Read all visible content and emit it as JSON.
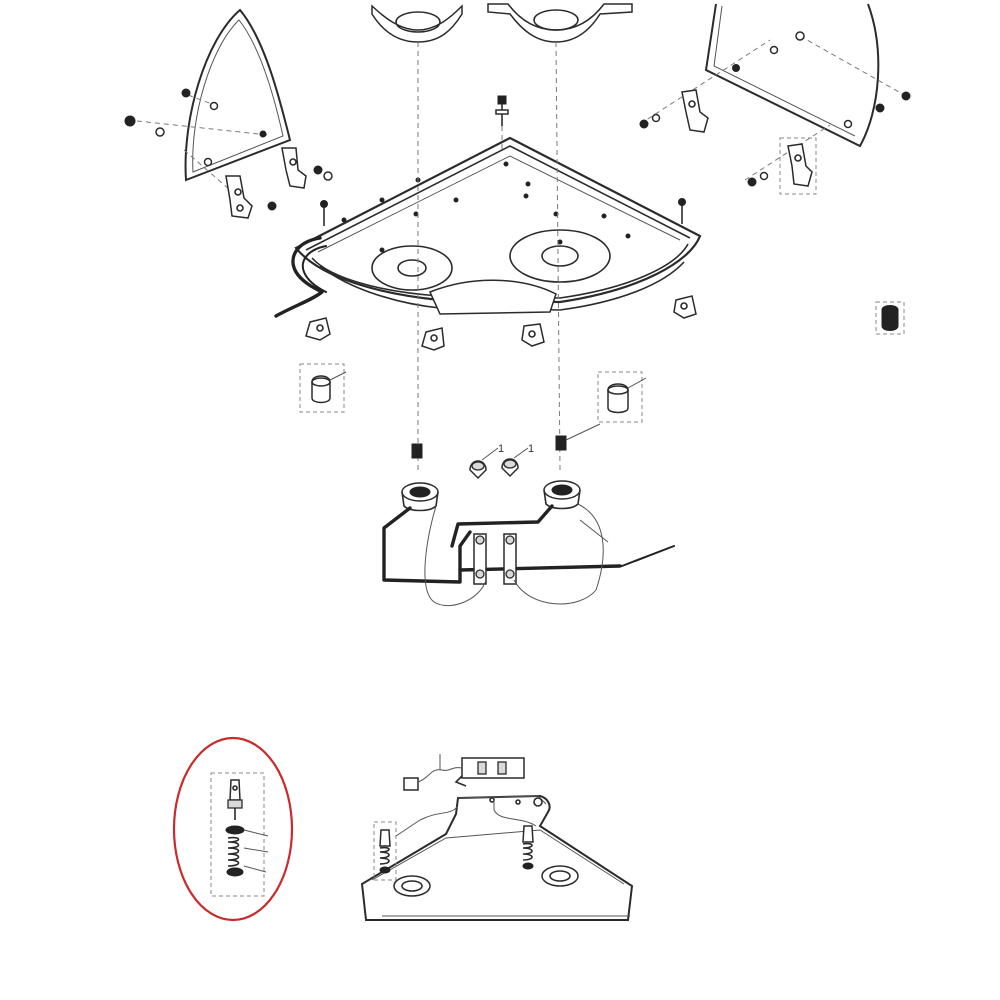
{
  "callouts": {
    "ref_a": "1",
    "ref_b": "1"
  },
  "colors": {
    "line": "#2b2b2b",
    "highlight": "#cc2a2a",
    "background": "#ffffff"
  },
  "highlighted_part": "injector-spring-assembly"
}
